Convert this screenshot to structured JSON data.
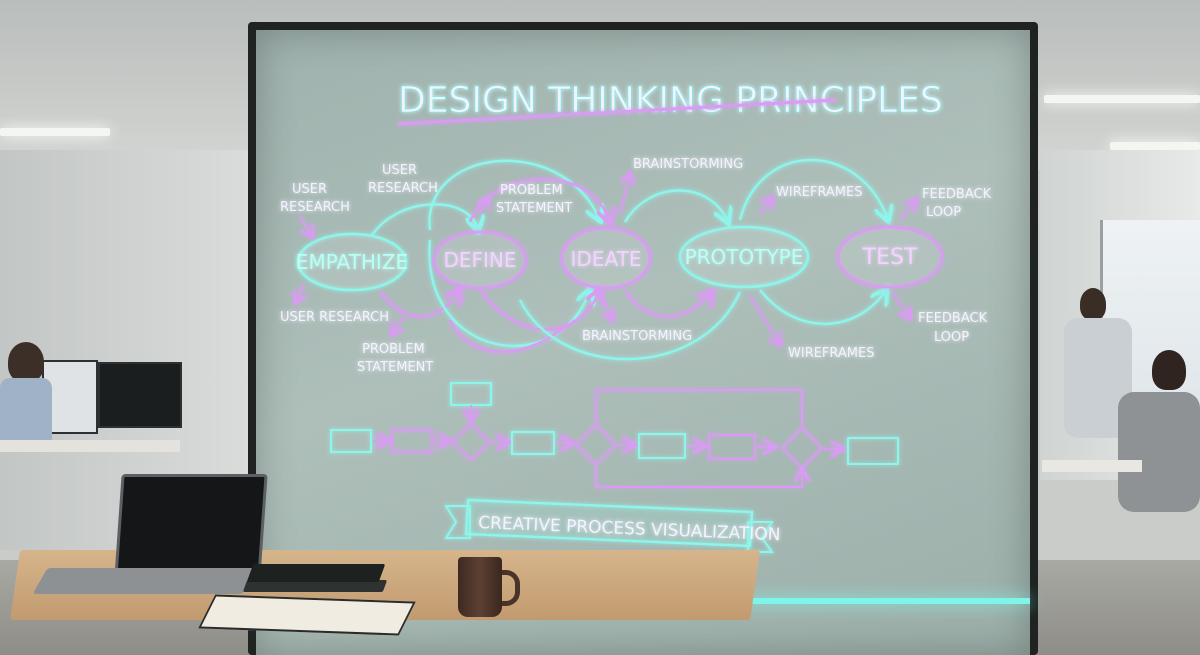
{
  "title": "DESIGN THINKING PRINCIPLES",
  "stages": [
    {
      "label": "EMPATHIZE",
      "color": "#8ff4ea"
    },
    {
      "label": "DEFINE",
      "color": "#d89cf2"
    },
    {
      "label": "IDEATE",
      "color": "#d89cf2"
    },
    {
      "label": "PROTOTYPE",
      "color": "#8ff4ea"
    },
    {
      "label": "TEST",
      "color": "#d89cf2"
    }
  ],
  "annotations": {
    "user_research_top": [
      "USER",
      "RESEARCH"
    ],
    "user_research_top2": [
      "USER",
      "RESEARCH"
    ],
    "problem_statement_top": [
      "PROBLEM",
      "STATEMENT"
    ],
    "brainstorming_top": "BRAINSTORMING",
    "wireframes_top": "WIREFRAMES",
    "feedback_loop_top": [
      "FEEDBACK",
      "LOOP"
    ],
    "user_research_bottom": "USER RESEARCH",
    "problem_statement_bottom": [
      "PROBLEM",
      "STATEMENT"
    ],
    "brainstorming_bottom": "BRAINSTORMING",
    "wireframes_bottom": "WIREFRAMES",
    "feedback_loop_bottom": [
      "FEEDBACK",
      "LOOP"
    ]
  },
  "banner": "CREATIVE PROCESS VISUALIZATION",
  "colors": {
    "neon_cyan": "#8ff4ea",
    "neon_purple": "#d89cf2",
    "glass": "#a8bab5"
  }
}
